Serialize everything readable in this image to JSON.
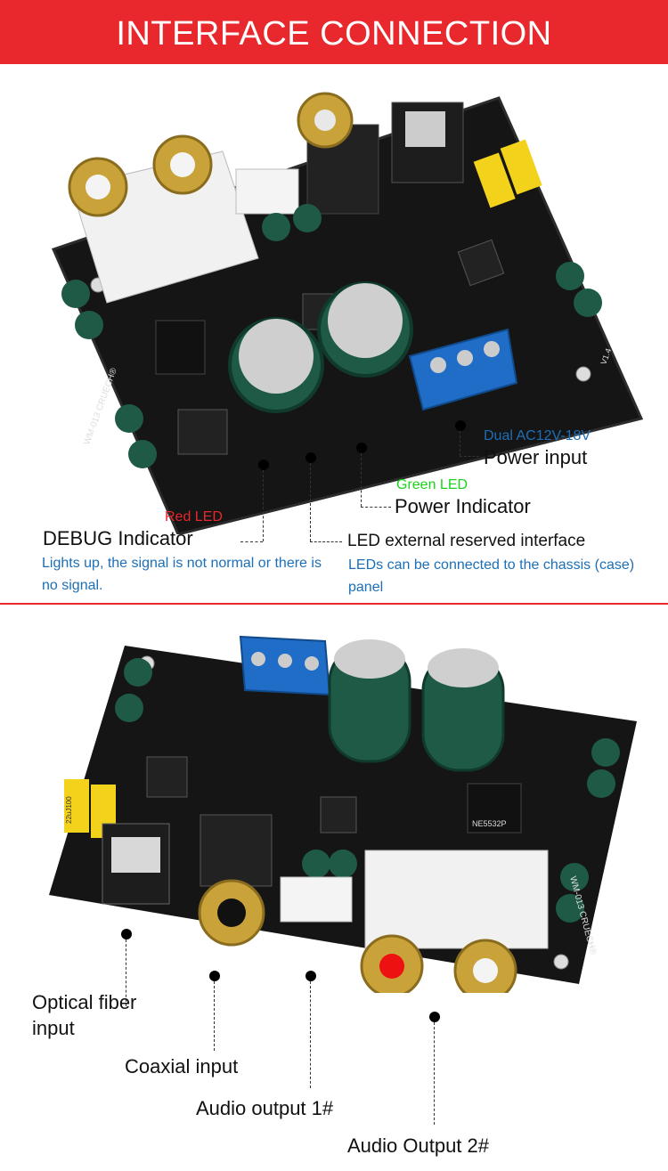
{
  "header": {
    "title": "INTERFACE CONNECTION"
  },
  "board1": {
    "silk_model": "WM-013 CRUECH®",
    "silk_version": "V1.4"
  },
  "board2": {
    "silk_model": "WM-013 CRUECH®",
    "chip_text": "NE5532P",
    "cap_text": "22uJ100"
  },
  "top_labels": {
    "dual_ac": "Dual AC12V-18V",
    "power_input": "Power input",
    "green_led": "Green LED",
    "power_indicator": "Power Indicator",
    "red_led": "Red LED",
    "debug_indicator": "DEBUG Indicator",
    "debug_note": "Lights up, the signal is not normal or there is no signal.",
    "led_interface": "LED external reserved interface",
    "led_note": "LEDs can be connected to the chassis (case) panel"
  },
  "bottom_labels": {
    "optical": "Optical fiber input",
    "coaxial": "Coaxial input",
    "audio_out1": "Audio output 1#",
    "audio_out2": "Audio Output 2#"
  },
  "colors": {
    "banner": "#e8282d",
    "note_blue": "#1c6fb6",
    "led_green": "#19d419",
    "led_red": "#e8282d",
    "pcb": "#151515"
  }
}
